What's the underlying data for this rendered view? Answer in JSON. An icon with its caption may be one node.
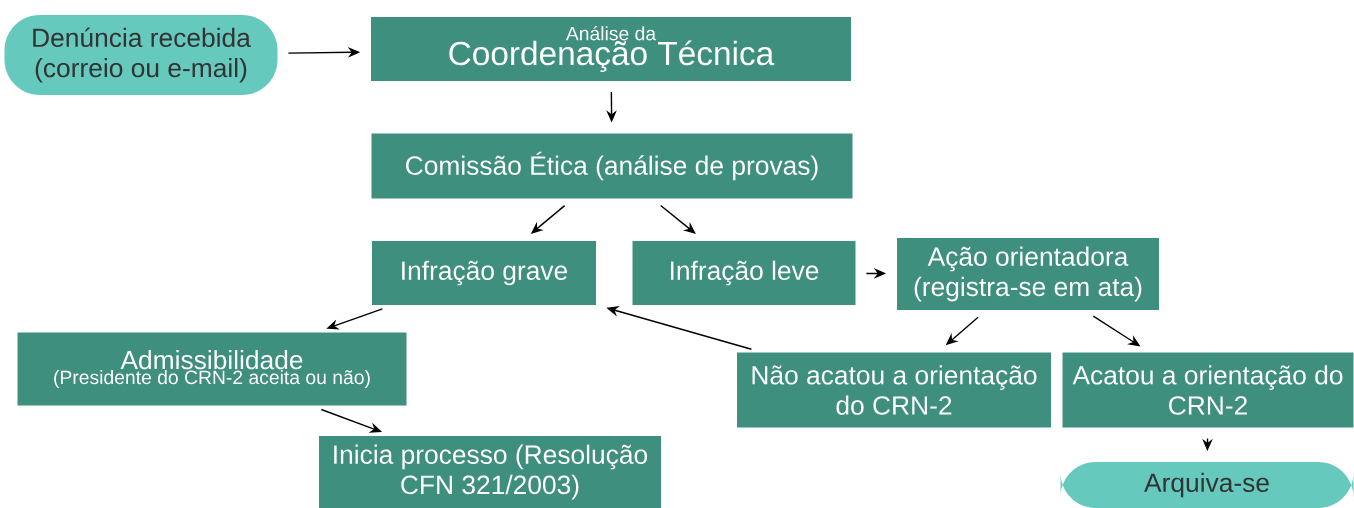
{
  "diagram": {
    "nodes": [
      {
        "text": [
          "Denúncia recebida (correio ou e-mail)"
        ]
      },
      {
        "text": [
          "Análise da",
          "Coordenação Técnica"
        ]
      },
      {
        "text": [
          "Comissão Ética (análise de provas)"
        ]
      },
      {
        "text": [
          "Infração grave"
        ]
      },
      {
        "text": [
          "Infração leve"
        ]
      },
      {
        "text": [
          "Ação orientadora (registra-se em ata)"
        ]
      },
      {
        "text": [
          "Admissibilidade",
          "(Presidente do CRN-2 aceita ou não)"
        ]
      },
      {
        "text": [
          "Não acatou a orientação do CRN-2"
        ]
      },
      {
        "text": [
          "Acatou a orientação do CRN-2"
        ]
      },
      {
        "text": [
          "Inicia processo (Resolução CFN 321/2003)"
        ]
      },
      {
        "text": [
          "Arquiva-se"
        ]
      }
    ],
    "edges": [
      {
        "from": 0,
        "to": 1,
        "arrow": "to"
      },
      {
        "from": 1,
        "to": 2,
        "arrow": "to"
      },
      {
        "from": 2,
        "to": 3,
        "arrow": "to"
      },
      {
        "from": 2,
        "to": 4,
        "arrow": "to"
      },
      {
        "from": 4,
        "to": 5,
        "arrow": "to"
      },
      {
        "from": 3,
        "to": 6,
        "arrow": "to"
      },
      {
        "from": 6,
        "to": 9,
        "arrow": "to"
      },
      {
        "from": 5,
        "to": 7,
        "arrow": "to"
      },
      {
        "from": 5,
        "to": 8,
        "arrow": "to"
      },
      {
        "from": 7,
        "to": 3,
        "arrow": "to"
      },
      {
        "from": 8,
        "to": 10,
        "arrow": "to"
      }
    ]
  }
}
